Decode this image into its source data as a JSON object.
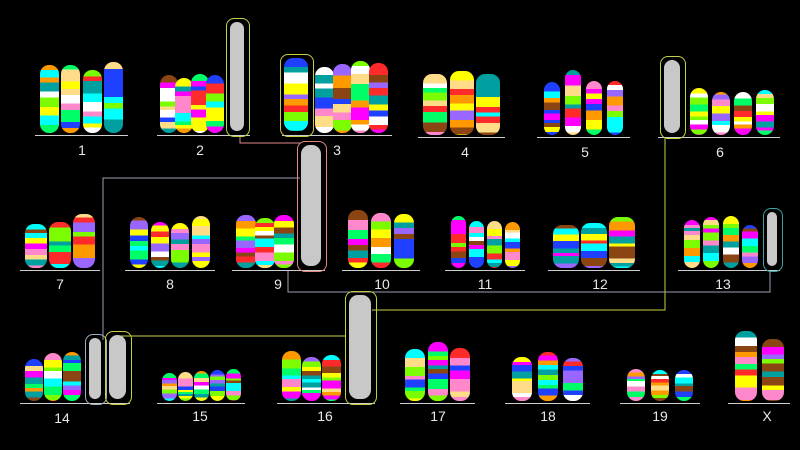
{
  "karyotype": {
    "groups": [
      {
        "label": "1"
      },
      {
        "label": "2"
      },
      {
        "label": "3"
      },
      {
        "label": "4"
      },
      {
        "label": "5"
      },
      {
        "label": "6"
      },
      {
        "label": "7"
      },
      {
        "label": "8"
      },
      {
        "label": "9"
      },
      {
        "label": "10"
      },
      {
        "label": "11"
      },
      {
        "label": "12"
      },
      {
        "label": "13"
      },
      {
        "label": "14"
      },
      {
        "label": "15"
      },
      {
        "label": "16"
      },
      {
        "label": "17"
      },
      {
        "label": "18"
      },
      {
        "label": "19"
      },
      {
        "label": "X"
      }
    ],
    "palette": [
      "#ff00ff",
      "#ffff00",
      "#00ff66",
      "#00ffff",
      "#ff2a2a",
      "#ffffff",
      "#2040ff",
      "#ff9900",
      "#8b4513",
      "#ff88cc",
      "#7cfc00",
      "#9966ff",
      "#00a0a0",
      "#ffdd88",
      "#222222"
    ],
    "highlight_colors": {
      "gray": "#c8c8c8",
      "outline_yellow": "#c8d040",
      "outline_pink": "#e08888",
      "connector_gray": "#9aa0b0"
    }
  }
}
